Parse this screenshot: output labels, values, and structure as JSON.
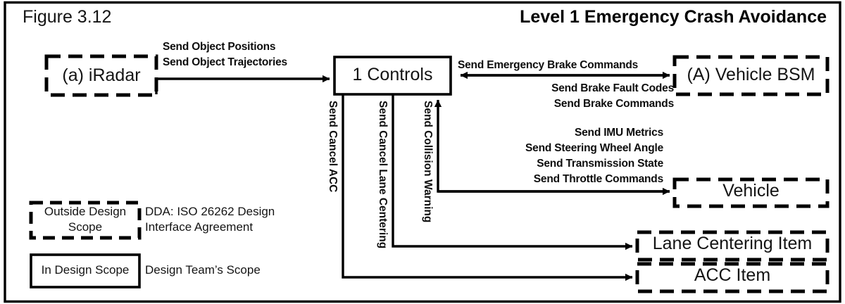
{
  "figure": {
    "label": "Figure 3.12",
    "title": "Level 1 Emergency Crash Avoidance"
  },
  "nodes": {
    "iradar": {
      "label": "(a) iRadar",
      "style": "dashed"
    },
    "controls": {
      "label": "1 Controls",
      "style": "solid"
    },
    "vehicle_bsm": {
      "label": "(A) Vehicle BSM",
      "style": "dashed"
    },
    "vehicle": {
      "label": "Vehicle",
      "style": "dashed"
    },
    "lane_centering_item": {
      "label": "Lane Centering Item",
      "style": "dashed"
    },
    "acc_item": {
      "label": "ACC Item",
      "style": "dashed"
    }
  },
  "flows": {
    "radar_to_controls": {
      "line1": "Send Object Positions",
      "line2": "Send Object Trajectories"
    },
    "controls_bsm": {
      "above": "Send Emergency Brake Commands",
      "below1": "Send Brake Fault Codes",
      "below2": "Send Brake Commands"
    },
    "vehicle_to_controls": {
      "line1": "Send IMU Metrics",
      "line2": "Send Steering Wheel Angle",
      "line3": "Send Transmission State",
      "line4": "Send Throttle Commands"
    },
    "cancel_acc": "Send Cancel ACC",
    "cancel_lane_centering": "Send Cancel Lane Centering",
    "collision_warning": "Send Collision Warning"
  },
  "legend": {
    "outside_scope_box_line1": "Outside Design",
    "outside_scope_box_line2": "Scope",
    "outside_scope_desc_line1": "DDA: ISO 26262 Design",
    "outside_scope_desc_line2": "Interface Agreement",
    "in_scope_box": "In Design Scope",
    "in_scope_desc": "Design Team’s Scope"
  },
  "colors": {
    "ink": "#000000",
    "background": "#ffffff"
  }
}
